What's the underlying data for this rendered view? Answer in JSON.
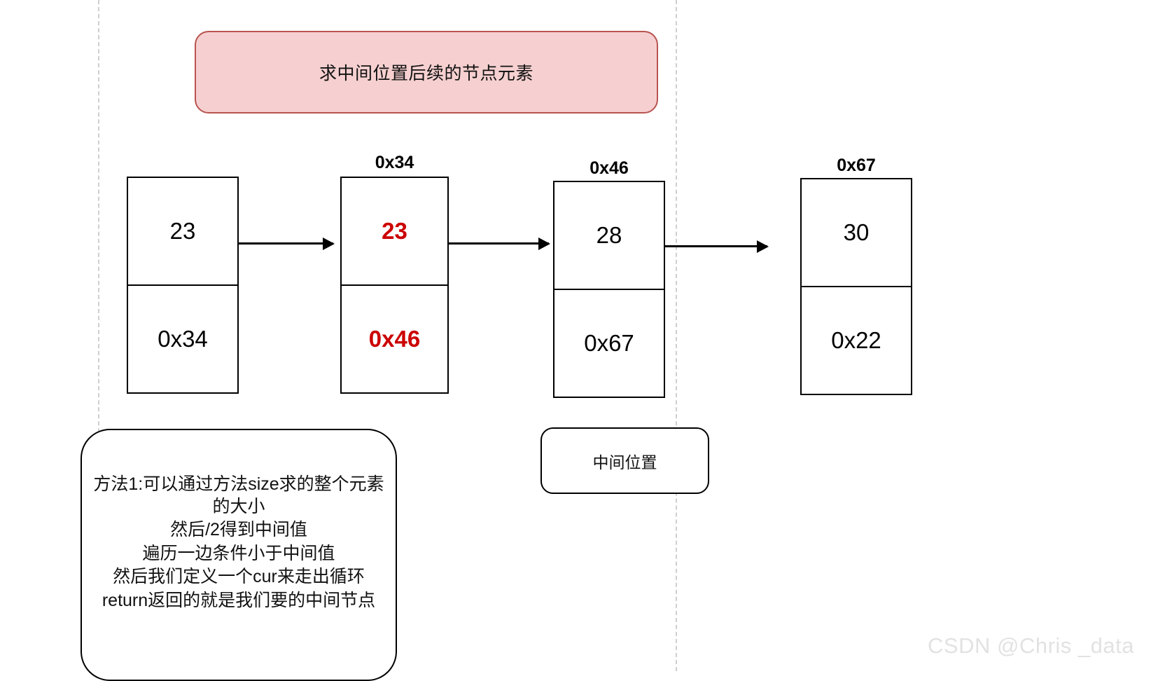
{
  "banner": {
    "text": "求中间位置后续的节点元素",
    "fill": "#f6d0d0",
    "stroke": "#b85450"
  },
  "nodes": [
    {
      "label": "",
      "value": "23",
      "next": "0x34",
      "highlight": false
    },
    {
      "label": "0x34",
      "value": "23",
      "next": "0x46",
      "highlight": true
    },
    {
      "label": "0x46",
      "value": "28",
      "next": "0x67",
      "highlight": false
    },
    {
      "label": "0x67",
      "value": "30",
      "next": "0x22",
      "highlight": false
    }
  ],
  "middle_callout": {
    "text": "中间位置"
  },
  "note_callout": {
    "lines": [
      "方法1:可以通过方法size求的整个元素的大小",
      "然后/2得到中间值",
      "遍历一边条件小于中间值",
      "然后我们定义一个cur来走出循环",
      "return返回的就是我们要的中间节点"
    ]
  },
  "watermark": {
    "text": "CSDN @Chris _data"
  },
  "colors": {
    "highlight_text": "#cc0000",
    "node_border": "#000000",
    "guide": "#cfcfcf",
    "watermark": "#e2e2e2"
  }
}
